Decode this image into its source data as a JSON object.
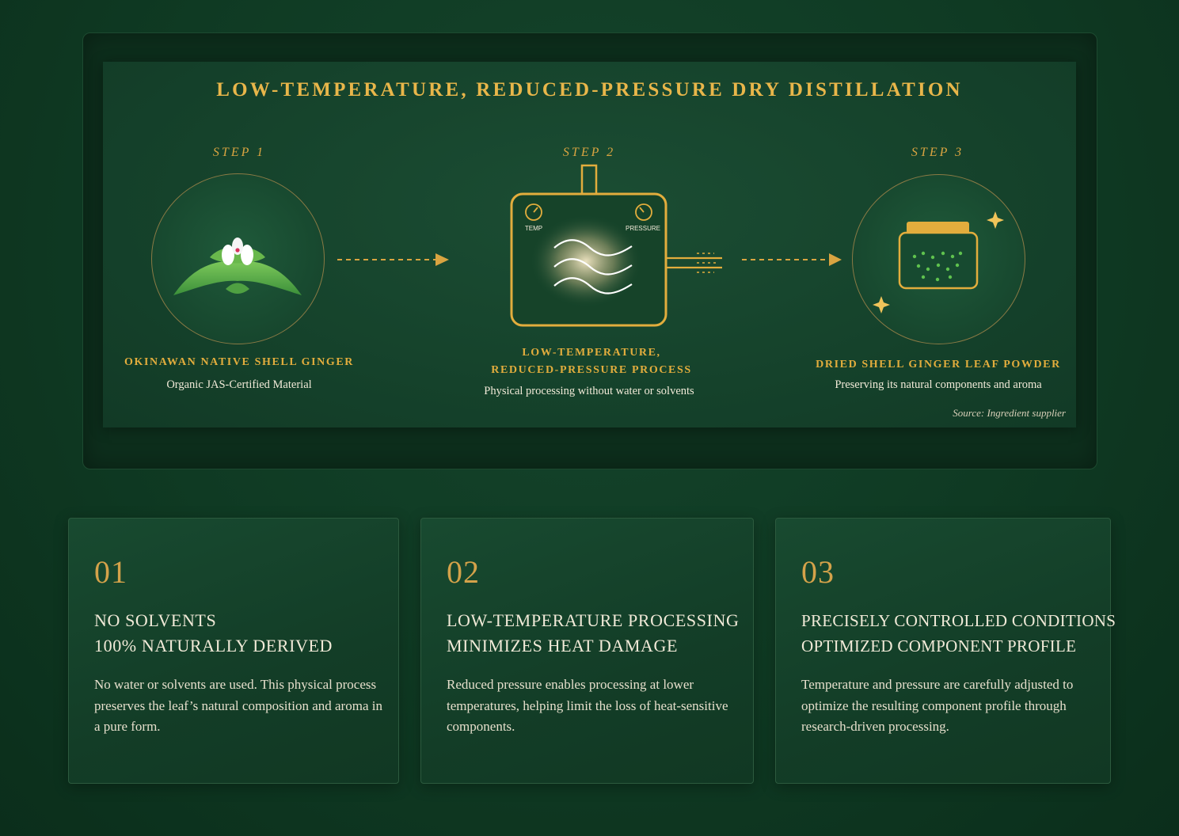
{
  "title": "LOW-TEMPERATURE, REDUCED-PRESSURE DRY DISTILLATION",
  "steps": [
    {
      "label": "STEP 1",
      "title_lines": [
        "OKINAWAN NATIVE SHELL GINGER"
      ],
      "subtitle": "Organic JAS-Certified Material",
      "icon": "shell-ginger-leaf-icon"
    },
    {
      "label": "STEP 2",
      "title_lines": [
        "LOW-TEMPERATURE,",
        "REDUCED-PRESSURE PROCESS"
      ],
      "subtitle": "Physical processing without water or solvents",
      "icon": "distillation-chamber-icon",
      "gauges": {
        "temp": "TEMP",
        "pressure": "PRESSURE"
      }
    },
    {
      "label": "STEP 3",
      "title_lines": [
        "DRIED SHELL GINGER LEAF POWDER"
      ],
      "subtitle": "Preserving its natural components and aroma",
      "icon": "powder-jar-icon"
    }
  ],
  "source": "Source: Ingredient supplier",
  "features": [
    {
      "number": "01",
      "heading_lines": [
        "NO SOLVENTS",
        "100% NATURALLY DERIVED"
      ],
      "body": "No water or solvents are used. This physical process preserves the leaf’s natural composition and aroma in a pure form."
    },
    {
      "number": "02",
      "heading_lines": [
        "LOW-TEMPERATURE PROCESSING",
        "MINIMIZES HEAT DAMAGE"
      ],
      "body": "Reduced pressure enables processing at lower temperatures, helping limit the loss of heat-sensitive components."
    },
    {
      "number": "03",
      "heading_lines": [
        "PRECISELY CONTROLLED CONDITIONS",
        "OPTIMIZED COMPONENT PROFILE"
      ],
      "body": "Temperature and pressure are carefully adjusted to optimize the resulting component profile through research-driven processing."
    }
  ],
  "colors": {
    "background": "#0f3a23",
    "panel": "#174a30",
    "gold": "#e2ad3d",
    "leaf_green": "#5bb44a",
    "text": "#f1ead8"
  }
}
